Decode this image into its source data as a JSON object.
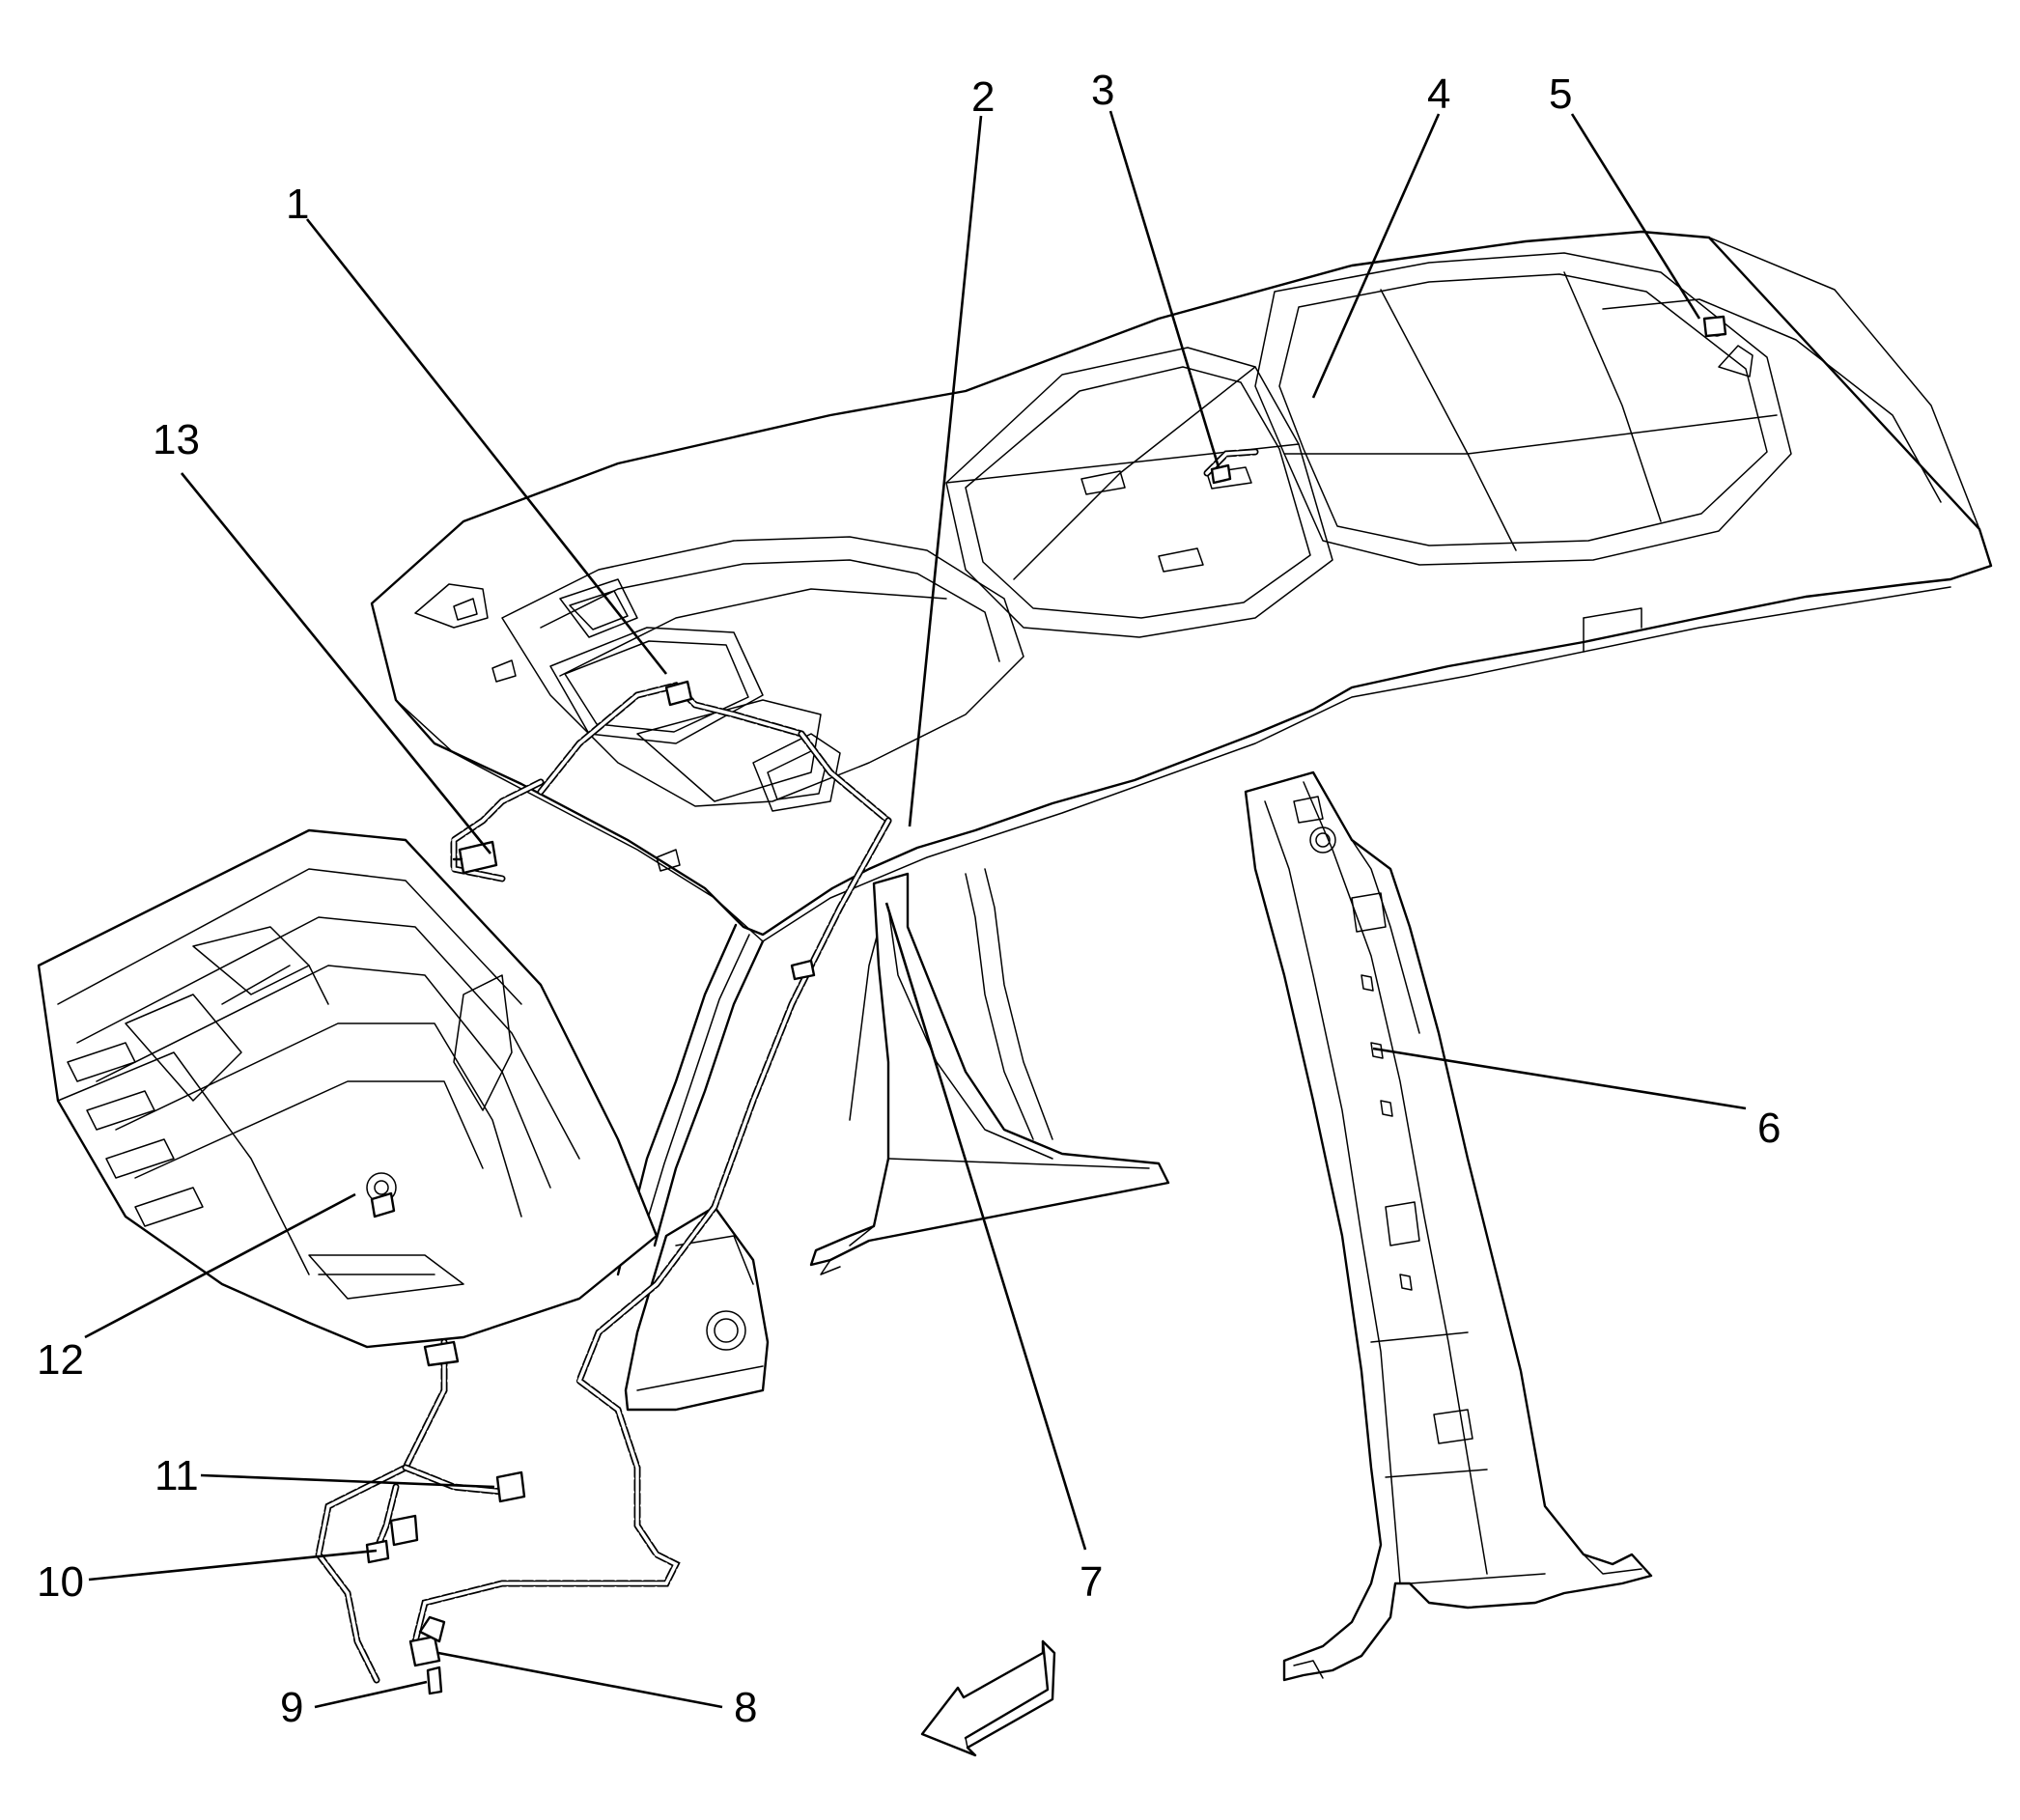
{
  "callouts": [
    {
      "id": "1",
      "label": "1"
    },
    {
      "id": "2",
      "label": "2"
    },
    {
      "id": "3",
      "label": "3"
    },
    {
      "id": "4",
      "label": "4"
    },
    {
      "id": "5",
      "label": "5"
    },
    {
      "id": "6",
      "label": "6"
    },
    {
      "id": "7",
      "label": "7"
    },
    {
      "id": "8",
      "label": "8"
    },
    {
      "id": "9",
      "label": "9"
    },
    {
      "id": "10",
      "label": "10"
    },
    {
      "id": "11",
      "label": "11"
    },
    {
      "id": "12",
      "label": "12"
    },
    {
      "id": "13",
      "label": "13"
    }
  ],
  "icons": {
    "direction_arrow": "front-direction-arrow-icon"
  },
  "colors": {
    "line": "#000000",
    "background": "#ffffff"
  }
}
